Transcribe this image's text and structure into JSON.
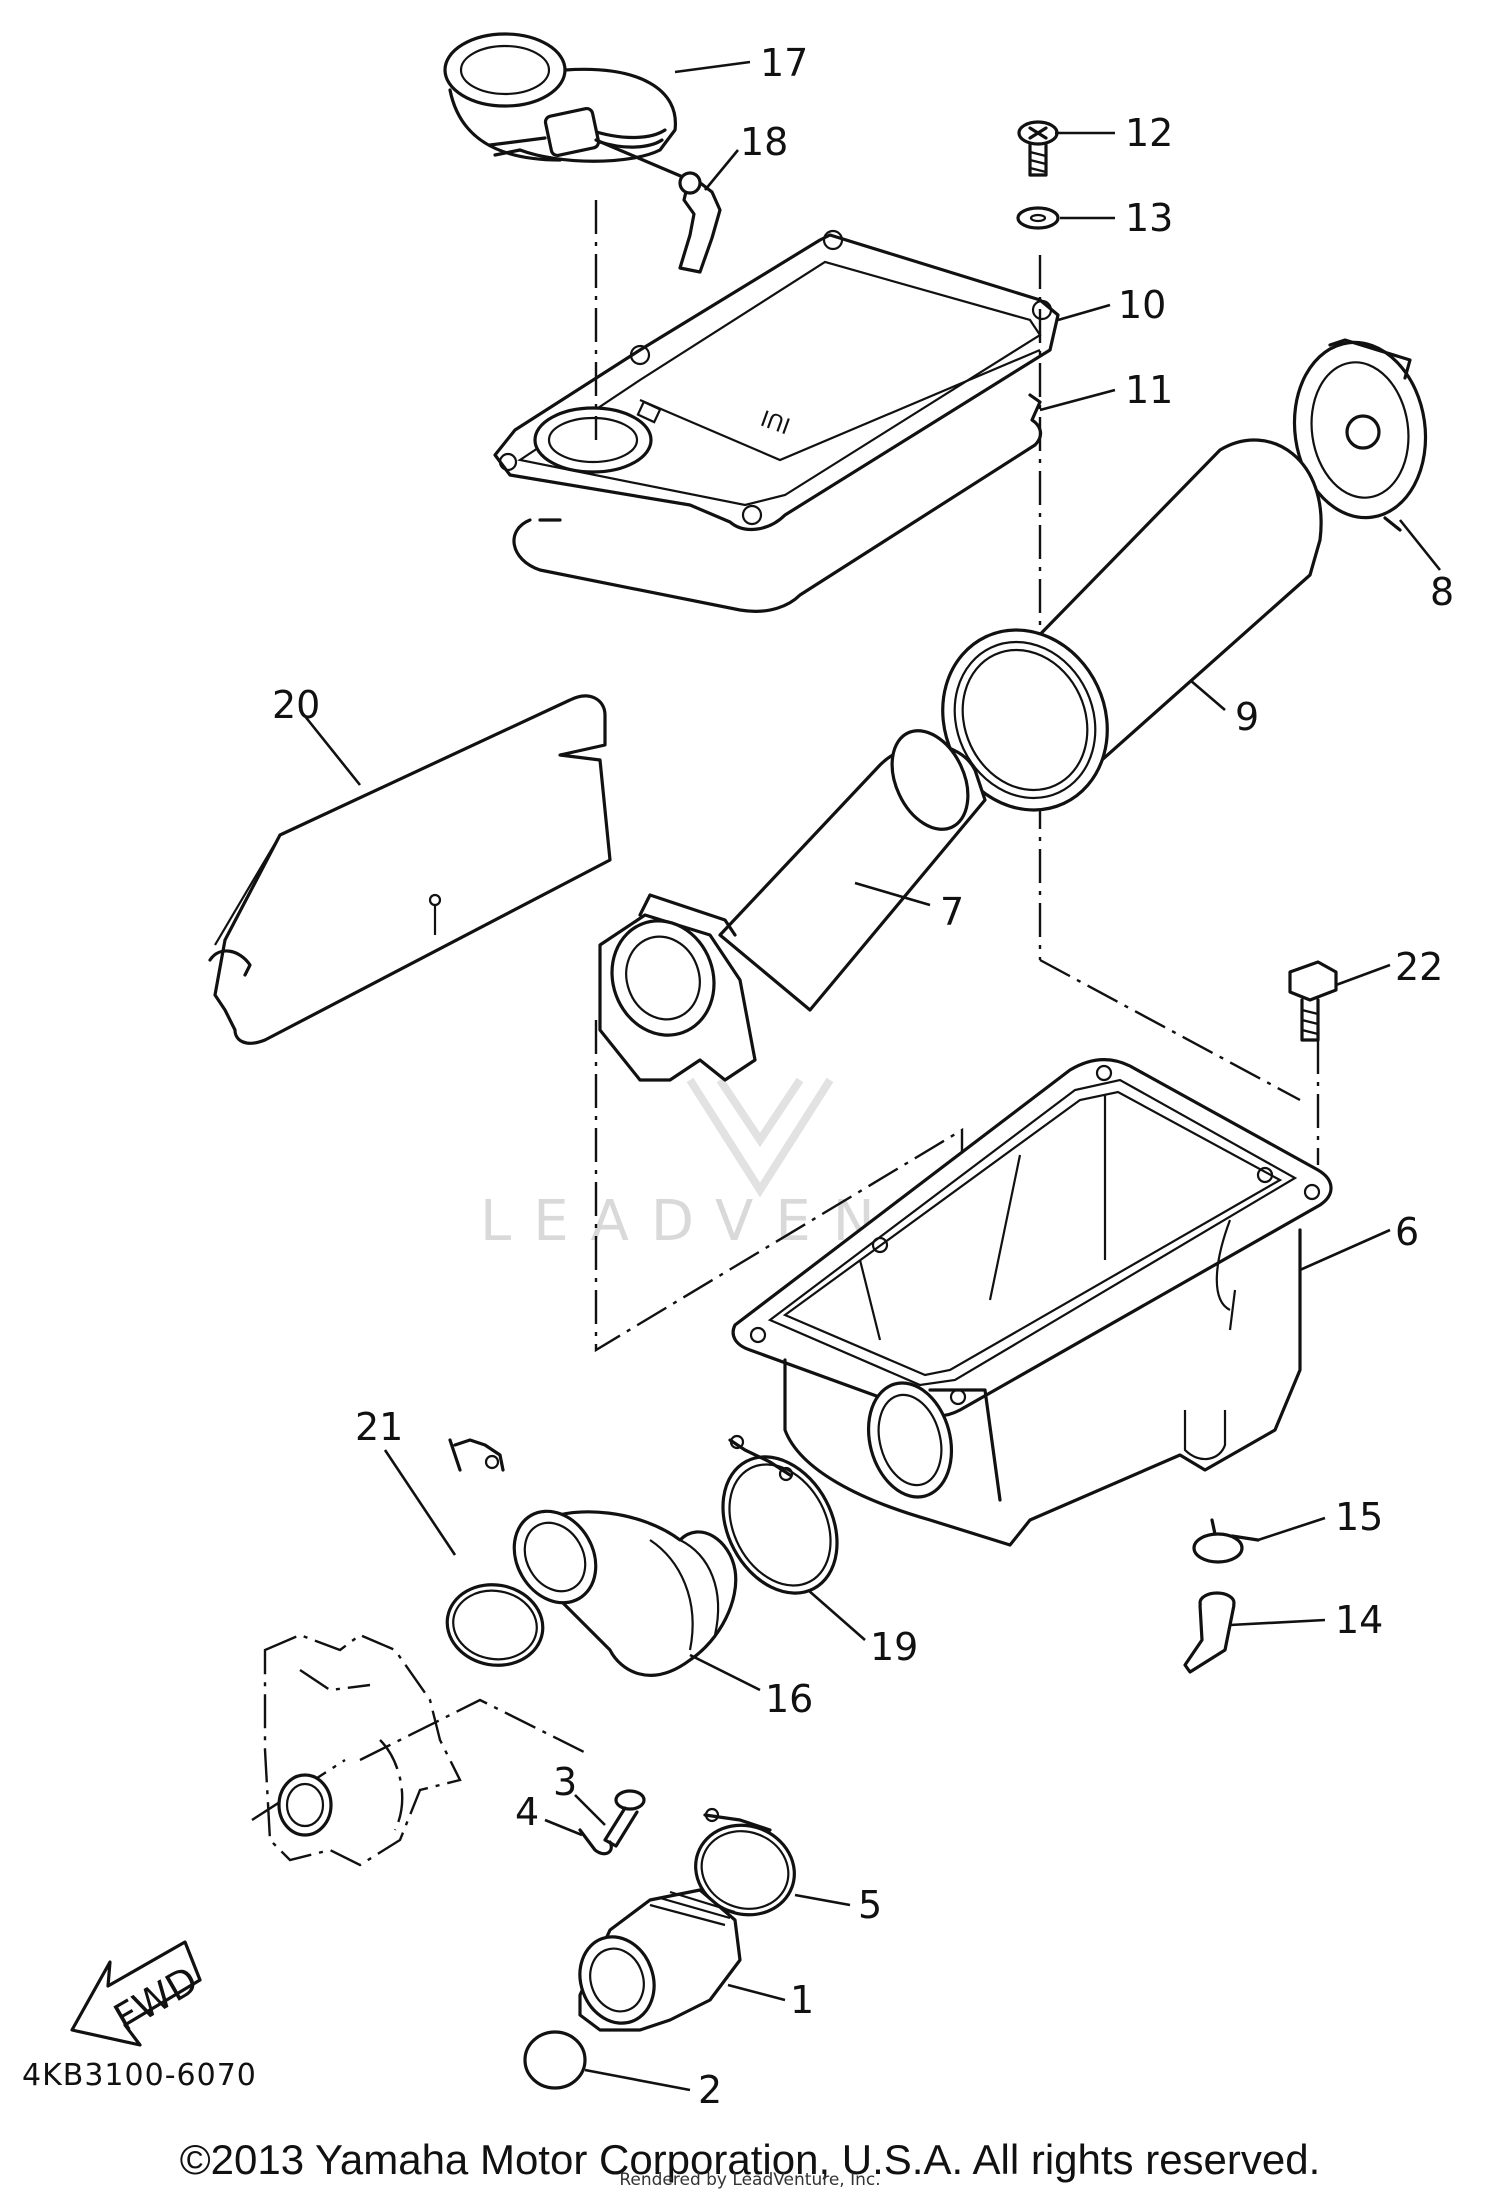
{
  "diagram": {
    "part_code": "4KB3100-6070",
    "fwd_label": "FWD",
    "watermark": "LEADVENTURE",
    "callouts": [
      "1",
      "2",
      "3",
      "4",
      "5",
      "6",
      "7",
      "8",
      "9",
      "10",
      "11",
      "12",
      "13",
      "14",
      "15",
      "16",
      "17",
      "18",
      "19",
      "20",
      "21",
      "22"
    ],
    "cover_stamp": "IUI"
  },
  "footer": {
    "copyright": "©2013 Yamaha Motor Corporation, U.S.A. All rights reserved.",
    "rendered_by": "Rendered by LeadVenture, Inc."
  }
}
